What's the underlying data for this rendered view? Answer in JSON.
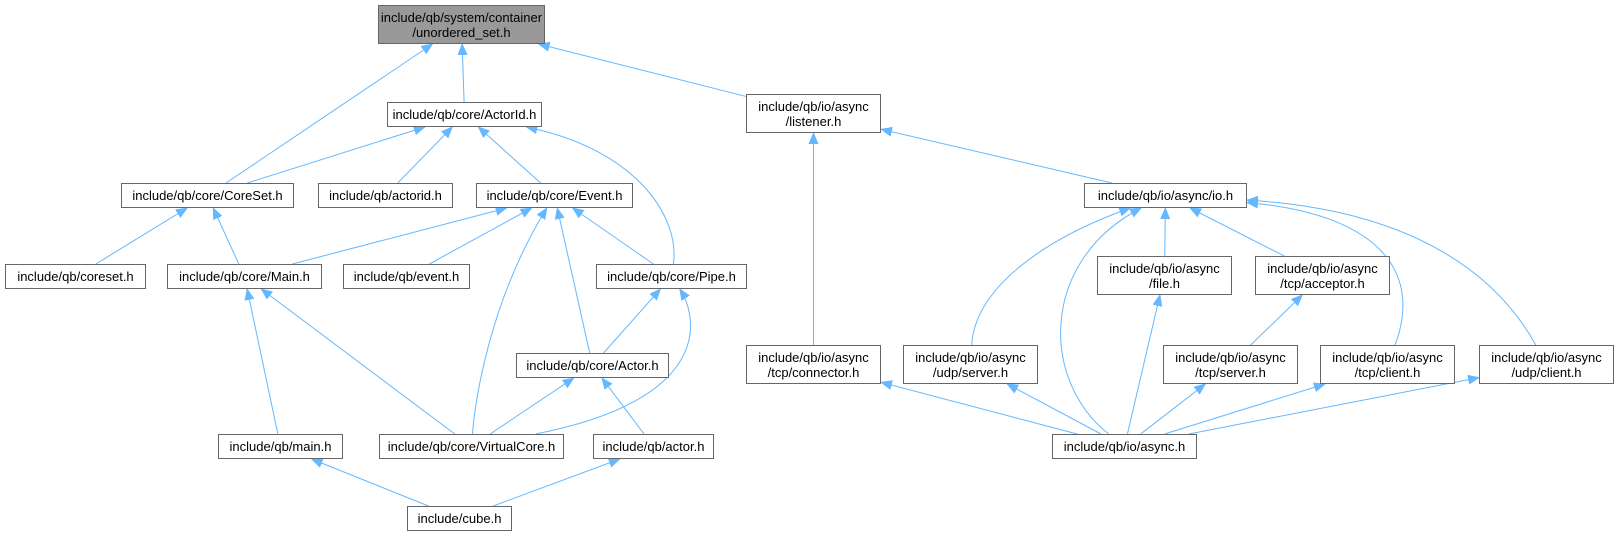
{
  "graph": {
    "nodes": [
      {
        "id": "root",
        "lines": [
          "include/qb/system/container",
          "/unordered_set.h"
        ],
        "root": true
      },
      {
        "id": "actorid_core",
        "lines": [
          "include/qb/core/ActorId.h"
        ]
      },
      {
        "id": "listener",
        "lines": [
          "include/qb/io/async",
          "/listener.h"
        ]
      },
      {
        "id": "coreset_core",
        "lines": [
          "include/qb/core/CoreSet.h"
        ]
      },
      {
        "id": "actorid_qb",
        "lines": [
          "include/qb/actorid.h"
        ]
      },
      {
        "id": "event_core",
        "lines": [
          "include/qb/core/Event.h"
        ]
      },
      {
        "id": "io",
        "lines": [
          "include/qb/io/async/io.h"
        ]
      },
      {
        "id": "coreset_qb",
        "lines": [
          "include/qb/coreset.h"
        ]
      },
      {
        "id": "main_core",
        "lines": [
          "include/qb/core/Main.h"
        ]
      },
      {
        "id": "event_qb",
        "lines": [
          "include/qb/event.h"
        ]
      },
      {
        "id": "pipe",
        "lines": [
          "include/qb/core/Pipe.h"
        ]
      },
      {
        "id": "file",
        "lines": [
          "include/qb/io/async",
          "/file.h"
        ]
      },
      {
        "id": "acceptor",
        "lines": [
          "include/qb/io/async",
          "/tcp/acceptor.h"
        ]
      },
      {
        "id": "actor_core",
        "lines": [
          "include/qb/core/Actor.h"
        ]
      },
      {
        "id": "connector",
        "lines": [
          "include/qb/io/async",
          "/tcp/connector.h"
        ]
      },
      {
        "id": "udp_server",
        "lines": [
          "include/qb/io/async",
          "/udp/server.h"
        ]
      },
      {
        "id": "tcp_server",
        "lines": [
          "include/qb/io/async",
          "/tcp/server.h"
        ]
      },
      {
        "id": "tcp_client",
        "lines": [
          "include/qb/io/async",
          "/tcp/client.h"
        ]
      },
      {
        "id": "udp_client",
        "lines": [
          "include/qb/io/async",
          "/udp/client.h"
        ]
      },
      {
        "id": "main_qb",
        "lines": [
          "include/qb/main.h"
        ]
      },
      {
        "id": "virtualcore",
        "lines": [
          "include/qb/core/VirtualCore.h"
        ]
      },
      {
        "id": "actor_qb",
        "lines": [
          "include/qb/actor.h"
        ]
      },
      {
        "id": "async",
        "lines": [
          "include/qb/io/async.h"
        ]
      },
      {
        "id": "cube",
        "lines": [
          "include/cube.h"
        ]
      }
    ],
    "edges": [
      [
        "root",
        "coreset_core"
      ],
      [
        "root",
        "actorid_core"
      ],
      [
        "root",
        "listener"
      ],
      [
        "actorid_core",
        "coreset_core"
      ],
      [
        "actorid_core",
        "actorid_qb"
      ],
      [
        "actorid_core",
        "event_core"
      ],
      [
        "actorid_core",
        "pipe"
      ],
      [
        "listener",
        "connector"
      ],
      [
        "listener",
        "io"
      ],
      [
        "coreset_core",
        "coreset_qb"
      ],
      [
        "coreset_core",
        "main_core"
      ],
      [
        "event_core",
        "main_core"
      ],
      [
        "event_core",
        "event_qb"
      ],
      [
        "event_core",
        "pipe"
      ],
      [
        "event_core",
        "virtualcore"
      ],
      [
        "event_core",
        "actor_core"
      ],
      [
        "io",
        "udp_server"
      ],
      [
        "io",
        "async"
      ],
      [
        "io",
        "file"
      ],
      [
        "io",
        "acceptor"
      ],
      [
        "io",
        "tcp_client"
      ],
      [
        "io",
        "udp_client"
      ],
      [
        "main_core",
        "main_qb"
      ],
      [
        "main_core",
        "virtualcore"
      ],
      [
        "pipe",
        "actor_core"
      ],
      [
        "pipe",
        "virtualcore"
      ],
      [
        "file",
        "async"
      ],
      [
        "acceptor",
        "tcp_server"
      ],
      [
        "actor_core",
        "virtualcore"
      ],
      [
        "actor_core",
        "actor_qb"
      ],
      [
        "connector",
        "async"
      ],
      [
        "udp_server",
        "async"
      ],
      [
        "tcp_server",
        "async"
      ],
      [
        "tcp_client",
        "async"
      ],
      [
        "udp_client",
        "async"
      ],
      [
        "main_qb",
        "cube"
      ],
      [
        "actor_qb",
        "cube"
      ]
    ],
    "colors": {
      "edge": "#63b8ff",
      "border": "#666666",
      "root_fill": "#999999",
      "node_fill": "#ffffff"
    }
  }
}
